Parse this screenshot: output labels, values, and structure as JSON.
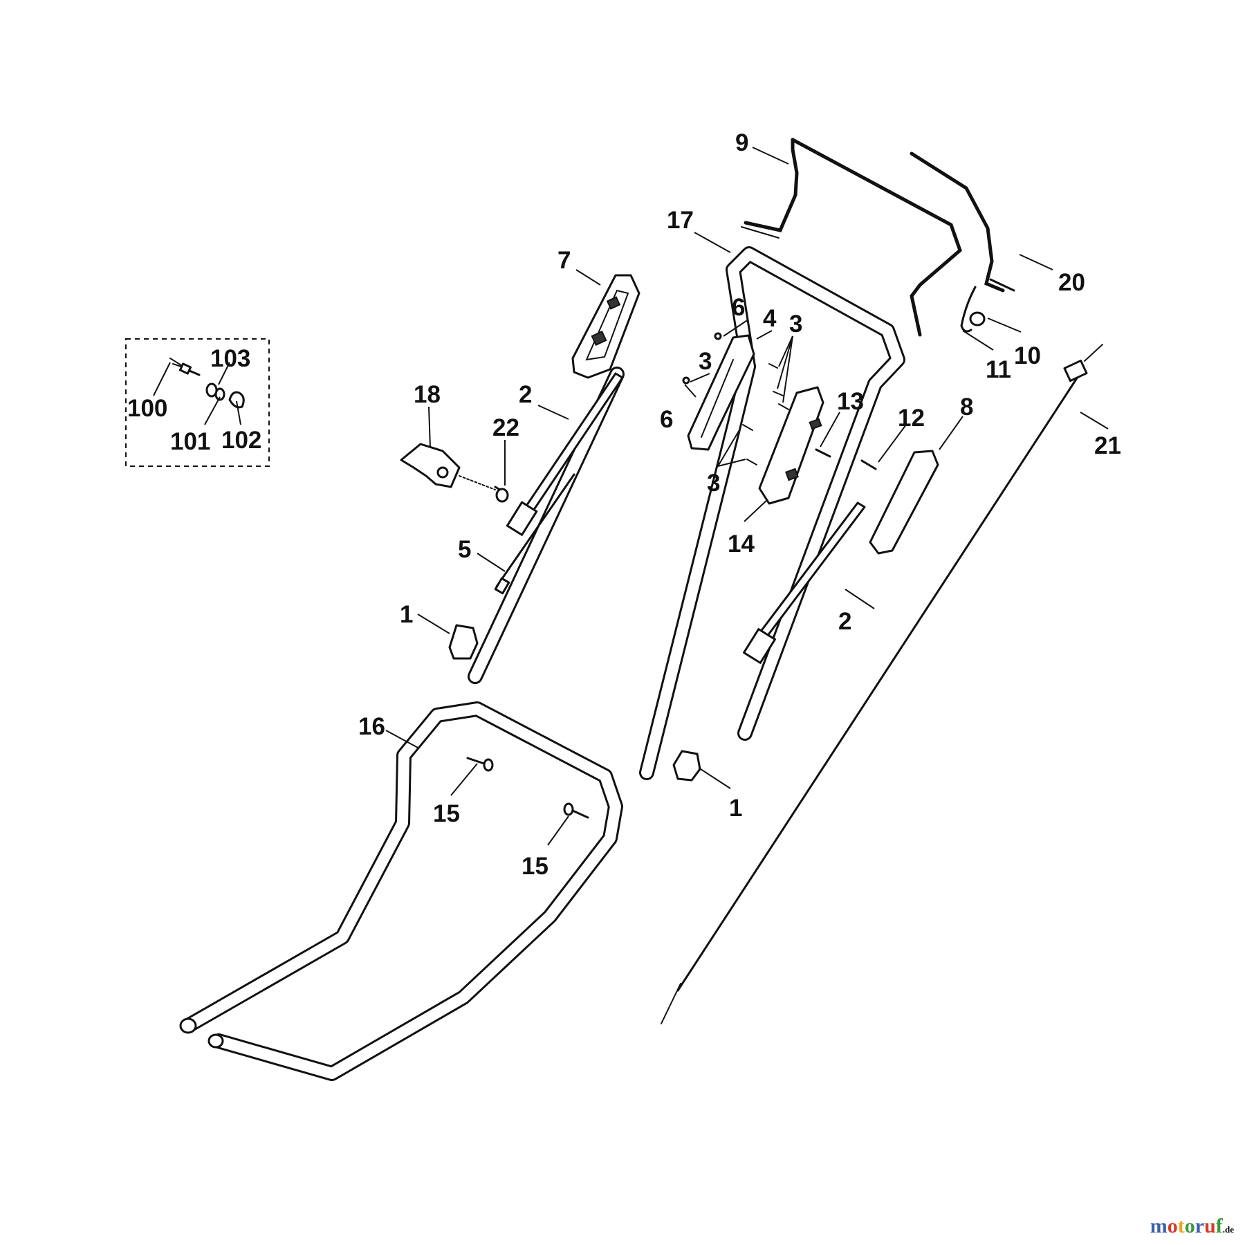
{
  "diagram": {
    "callouts": {
      "c1a": "1",
      "c1b": "1",
      "c2a": "2",
      "c2b": "2",
      "c3a": "3",
      "c3b": "3",
      "c3c": "3",
      "c4": "4",
      "c5": "5",
      "c6a": "6",
      "c6b": "6",
      "c7": "7",
      "c8": "8",
      "c9": "9",
      "c10": "10",
      "c11": "11",
      "c12": "12",
      "c13": "13",
      "c14": "14",
      "c15a": "15",
      "c15b": "15",
      "c16": "16",
      "c17": "17",
      "c18": "18",
      "c20": "20",
      "c21": "21",
      "c22": "22",
      "c100": "100",
      "c101": "101",
      "c102": "102",
      "c103": "103"
    }
  },
  "watermark": {
    "brand": "motoruf",
    "suffix": ".de",
    "letter_colors": [
      "#3a5fb0",
      "#d93a2a",
      "#e8a623",
      "#3a9a3a",
      "#3a5fb0",
      "#d93a2a",
      "#3a9a3a"
    ]
  }
}
